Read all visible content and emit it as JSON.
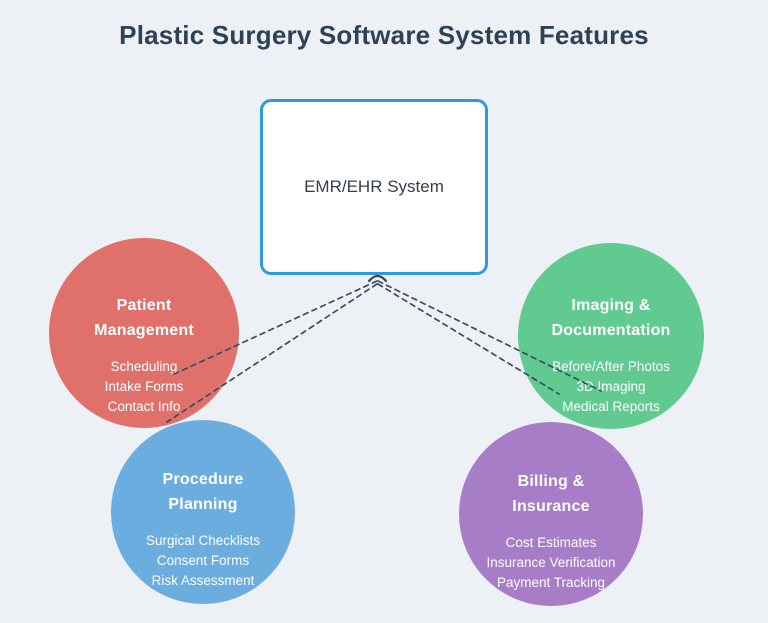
{
  "background_color": "#edf1f6",
  "title": {
    "text": "Plastic Surgery Software System Features",
    "color": "#2d4355"
  },
  "center_node": {
    "label": "EMR/EHR System",
    "border_color": "#2d9be2",
    "fill_color": "#ffffff",
    "text_color": "#34404e"
  },
  "connector": {
    "line_color": "#3b4d61",
    "arrow_color": "#4c4340",
    "style": "dashed"
  },
  "nodes": [
    {
      "id": "patient-management",
      "heading_line1": "Patient",
      "heading_line2": "Management",
      "items": [
        "Scheduling",
        "Intake Forms",
        "Contact Info"
      ],
      "color": "#e0716a"
    },
    {
      "id": "imaging-documentation",
      "heading_line1": "Imaging &",
      "heading_line2": "Documentation",
      "items": [
        "Before/After Photos",
        "3D Imaging",
        "Medical Reports"
      ],
      "color": "#60ca90"
    },
    {
      "id": "procedure-planning",
      "heading_line1": "Procedure",
      "heading_line2": "Planning",
      "items": [
        "Surgical Checklists",
        "Consent Forms",
        "Risk Assessment"
      ],
      "color": "#6aadde"
    },
    {
      "id": "billing-insurance",
      "heading_line1": "Billing &",
      "heading_line2": "Insurance",
      "items": [
        "Cost Estimates",
        "Insurance Verification",
        "Payment Tracking"
      ],
      "color": "#a87dc7"
    }
  ],
  "connections": [
    {
      "from": "patient-management",
      "to": "emr-ehr-system"
    },
    {
      "from": "procedure-planning",
      "to": "emr-ehr-system"
    },
    {
      "from": "imaging-documentation",
      "to": "emr-ehr-system"
    },
    {
      "from": "billing-insurance",
      "to": "emr-ehr-system"
    }
  ]
}
